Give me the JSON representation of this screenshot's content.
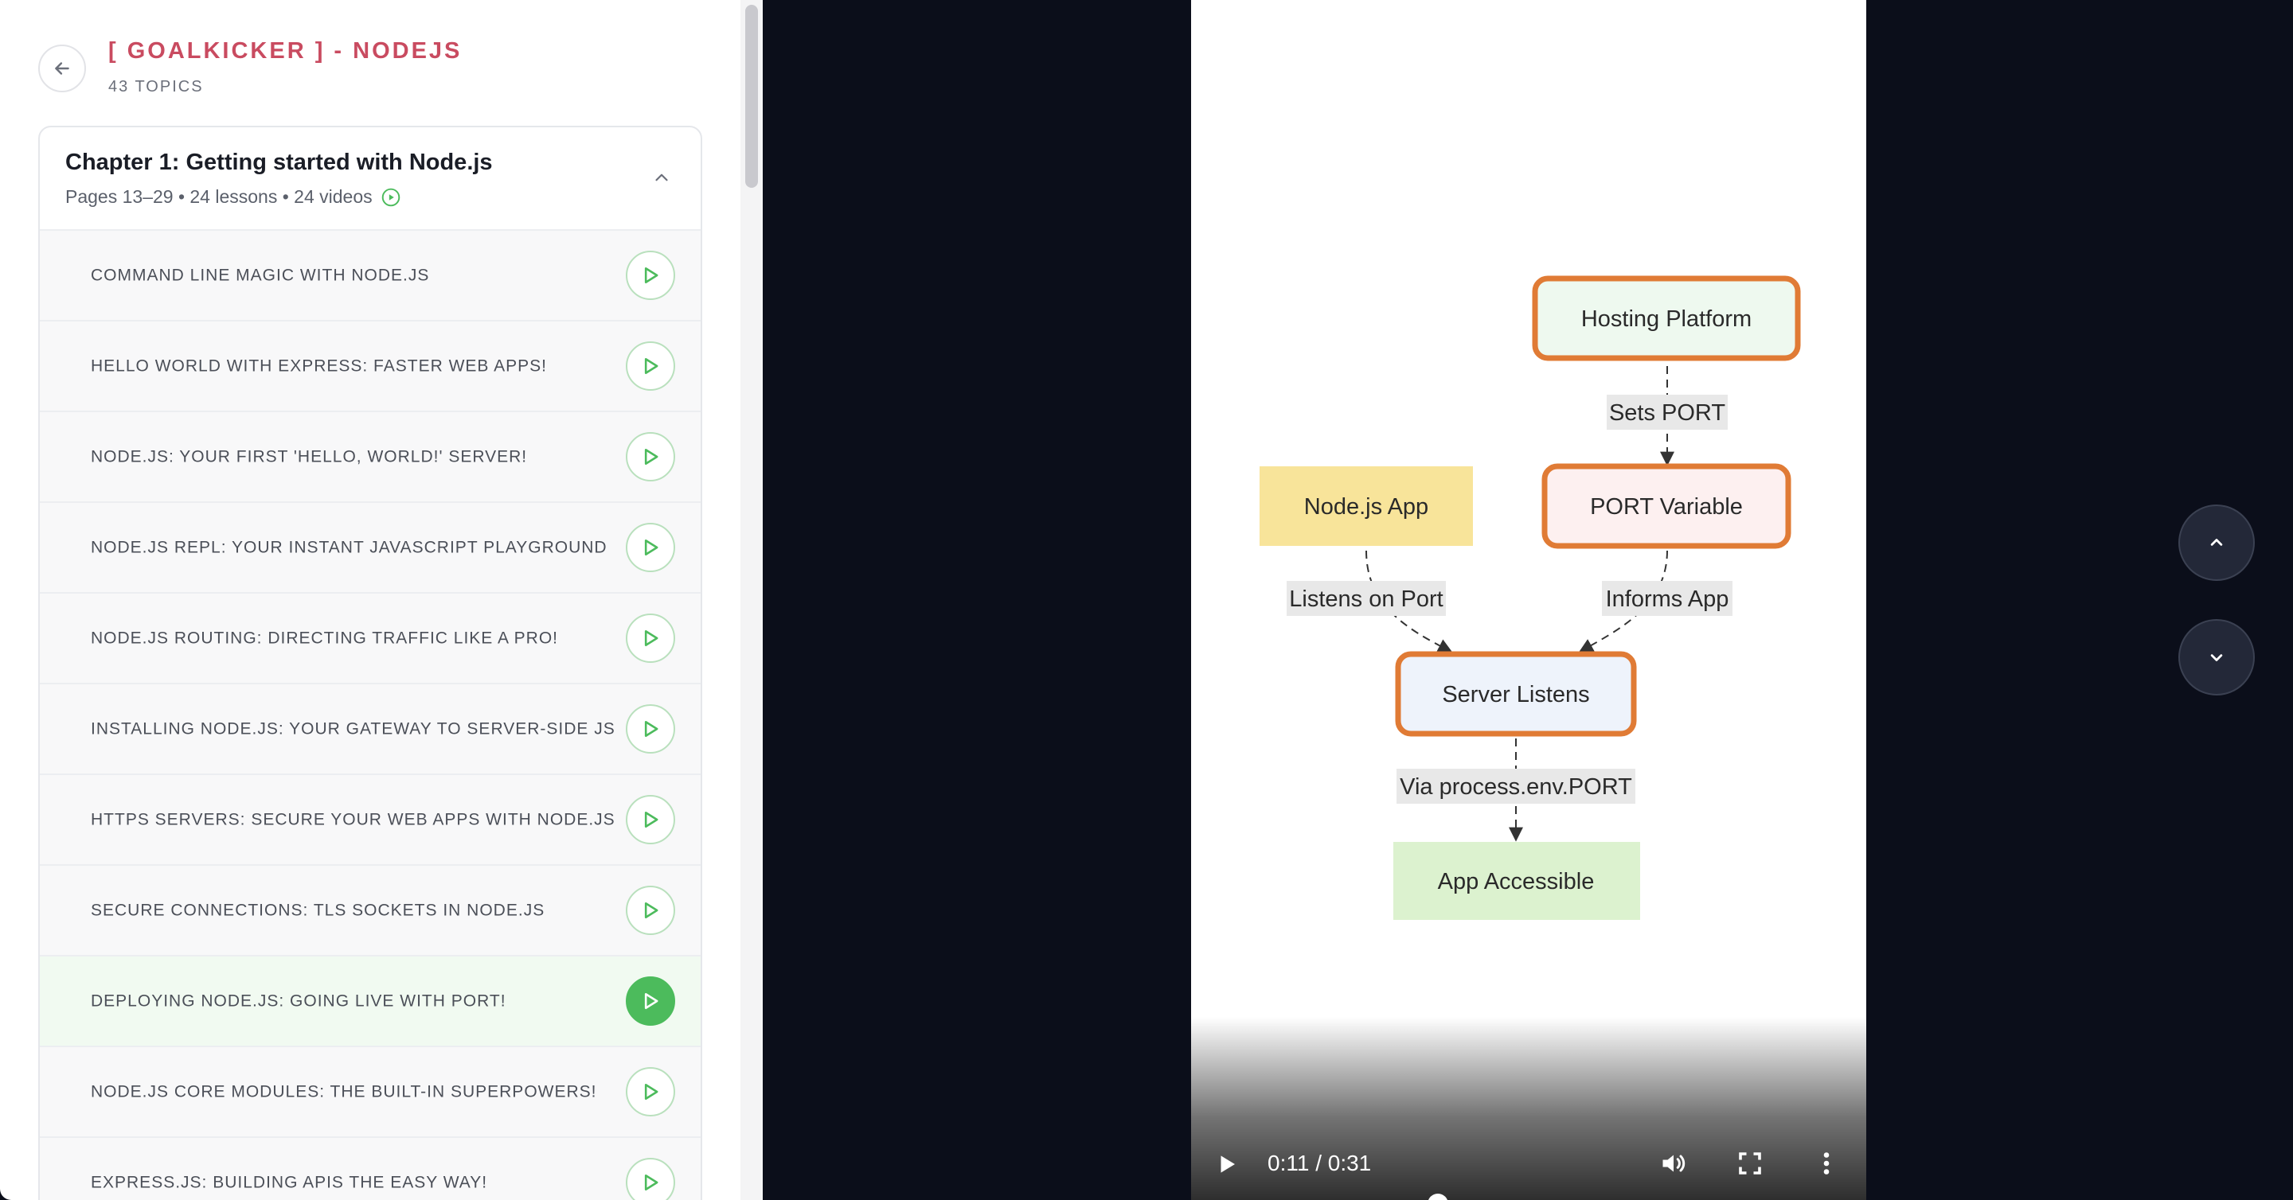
{
  "sidebar": {
    "course_title": "[ GOALKICKER ] - NODEJS",
    "topics_count": "43 TOPICS",
    "chapter": {
      "title": "Chapter 1: Getting started with Node.js",
      "meta": "Pages 13–29 • 24 lessons • 24 videos"
    },
    "lessons": [
      {
        "label": "COMMAND LINE MAGIC WITH NODE.JS"
      },
      {
        "label": "HELLO WORLD WITH EXPRESS: FASTER WEB APPS!"
      },
      {
        "label": "NODE.JS: YOUR FIRST 'HELLO, WORLD!' SERVER!"
      },
      {
        "label": "NODE.JS REPL: YOUR INSTANT JAVASCRIPT PLAYGROUND"
      },
      {
        "label": "NODE.JS ROUTING: DIRECTING TRAFFIC LIKE A PRO!"
      },
      {
        "label": "INSTALLING NODE.JS: YOUR GATEWAY TO SERVER-SIDE JS"
      },
      {
        "label": "HTTPS SERVERS: SECURE YOUR WEB APPS WITH NODE.JS"
      },
      {
        "label": "SECURE CONNECTIONS: TLS SOCKETS IN NODE.JS"
      },
      {
        "label": "DEPLOYING NODE.JS: GOING LIVE WITH PORT!",
        "active": true
      },
      {
        "label": "NODE.JS CORE MODULES: THE BUILT-IN SUPERPOWERS!"
      },
      {
        "label": "EXPRESS.JS: BUILDING APIS THE EASY WAY!"
      }
    ]
  },
  "diagram": {
    "nodes": {
      "hosting": "Hosting Platform",
      "nodeapp": "Node.js App",
      "portvar": "PORT Variable",
      "server": "Server Listens",
      "accessible": "App Accessible"
    },
    "edges": {
      "sets_port": "Sets PORT",
      "listens_on_port": "Listens on Port",
      "informs_app": "Informs App",
      "via_env": "Via process.env.PORT"
    },
    "colors": {
      "highlight_border": "#e07b35",
      "hosting_fill": "#eef9ef",
      "nodeapp_fill": "#f8e49a",
      "portvar_fill": "#fdf0f0",
      "server_fill": "#eef3fb",
      "accessible_fill": "#dcf2cf"
    }
  },
  "video": {
    "time": "0:11 / 0:31",
    "progress": 0.3548
  },
  "colors": {
    "accent_green": "#4cbb5c",
    "title_red": "#c94b60"
  },
  "icons": {
    "back": "arrow-left-icon",
    "collapse": "chevron-up-icon",
    "lesson_play": "play-icon",
    "nav_up": "chevron-up-icon",
    "nav_down": "chevron-down-icon",
    "video_play": "play-icon",
    "volume": "volume-icon",
    "fullscreen": "fullscreen-icon",
    "more": "more-vertical-icon"
  }
}
